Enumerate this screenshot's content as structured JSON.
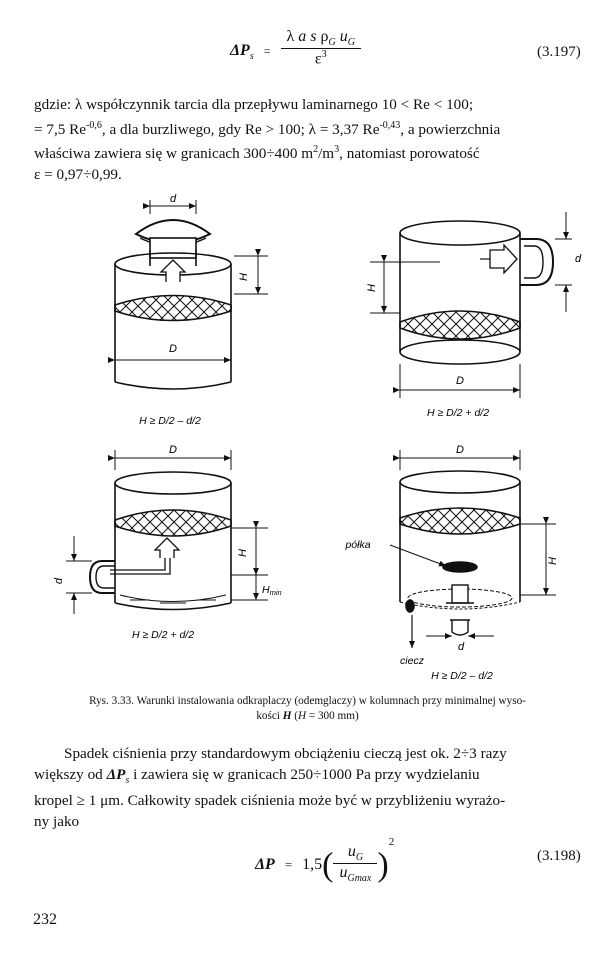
{
  "eq1": {
    "lhs": "ΔP",
    "lhs_sub": "s",
    "eq": "=",
    "num_lambda": "λ",
    "num_a": "a",
    "num_s": "s",
    "num_rho": "ρ",
    "num_u": "u",
    "sub_G": "G",
    "den": "ε",
    "den_sup": "3",
    "number": "(3.197)"
  },
  "para1": {
    "lines": [
      "gdzie: λ  współczynnik tarcia dla przepływu laminarnego  10 < Re < 100;",
      "= 7,5 Re",
      "właściwa  zawiera  się  w granicach  300÷400 m",
      "ε  = 0,97÷0,99."
    ],
    "l2_sup1": "-0,6",
    "l2_mid": ", a dla burzliwego, gdy Re > 100; λ  = 3,37 Re",
    "l2_sup2": "-0,43",
    "l2_end": ", a powierzchnia",
    "l3_sup1": "2",
    "l3_mid": "/m",
    "l3_sup2": "3",
    "l3_end": ",  natomiast  porowatość"
  },
  "figure": {
    "labels": {
      "d": "d",
      "D": "D",
      "H": "H",
      "Hmin_H": "H",
      "Hmin_sub": "min",
      "polka": "półka",
      "ciecz": "ciecz"
    },
    "conditions": [
      "H ≥ D/2 – d/2",
      "H ≥ D/2 + d/2",
      "H ≥ D/2 + d/2",
      "H ≥ D/2 – d/2"
    ]
  },
  "caption": {
    "line1": "Rys. 3.33. Warunki instalowania odkraplaczy (odemglaczy) w kolumnach przy minimalnej wyso-",
    "line2_a": "kości ",
    "line2_H": "H",
    "line2_b": " (",
    "line2_H2": "H",
    "line2_c": " = 300 mm)"
  },
  "para2": {
    "line1": "Spadek ciśnienia przy standardowym obciążeniu cieczą jest ok. 2÷3 razy",
    "line2_a": "większy od ",
    "line2_dp": "ΔP",
    "line2_sub": "s",
    "line2_b": " i zawiera się w granicach 250÷1000 Pa przy wydzielaniu",
    "line3": "kropel ≥ 1 μm. Całkowity spadek ciśnienia może być w przybliżeniu wyrażo-",
    "line4": "ny jako"
  },
  "eq2": {
    "lhs": "ΔP",
    "eq": "=",
    "coef": "1,5",
    "num": "u",
    "num_sub": "G",
    "den": "u",
    "den_sub": "Gmax",
    "sup": "2",
    "number": "(3.198)"
  },
  "page_number": "232"
}
